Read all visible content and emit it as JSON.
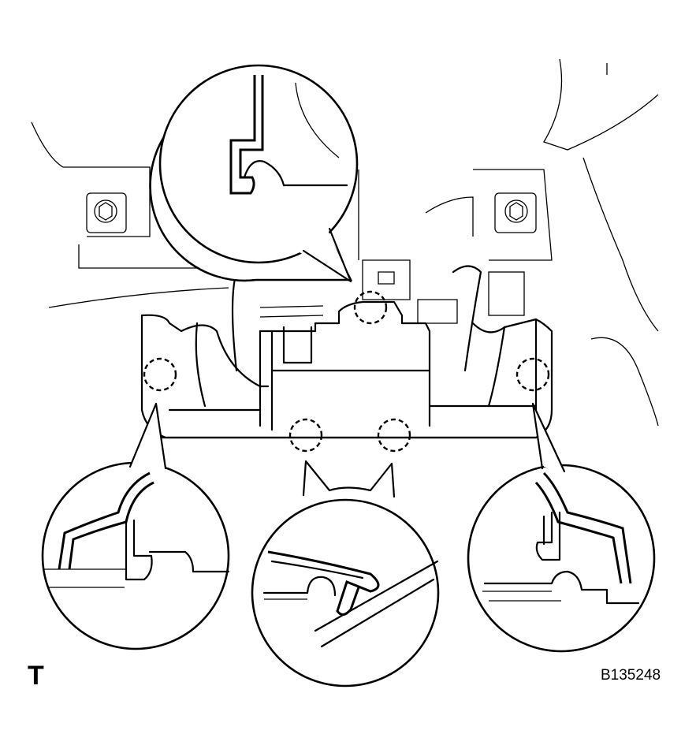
{
  "figure": {
    "view_mark": "T",
    "illustration_code": "B135248"
  },
  "colors": {
    "line": "#000000",
    "background": "#ffffff"
  },
  "detail_views": [
    "top-clip",
    "left-clip",
    "bottom-center-clips",
    "right-clip"
  ]
}
